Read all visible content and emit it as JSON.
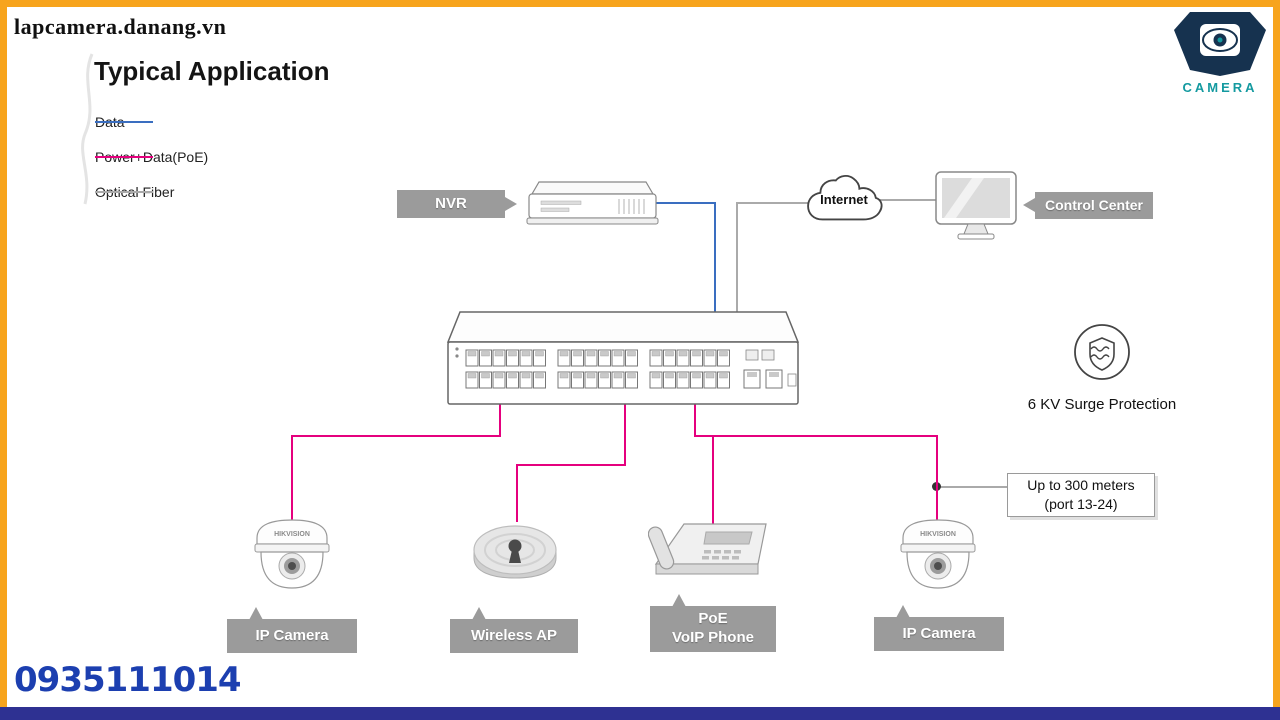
{
  "colors": {
    "accent_orange": "#f7a41d",
    "footer_blue": "#2e3192",
    "data_line": "#3a6ec0",
    "poe_line": "#e5007e",
    "fiber_line": "#aaaaaa",
    "callout_bg": "#9b9b9b",
    "phone_blue": "#1c3fb0",
    "logo_navy": "#16324f",
    "logo_teal": "#149aa0"
  },
  "header": {
    "website": "lapcamera.danang.vn",
    "title": "Typical Application"
  },
  "legend": {
    "items": [
      {
        "label": "Data",
        "color": "#3a6ec0"
      },
      {
        "label": "Power+Data(PoE)",
        "color": "#e5007e"
      },
      {
        "label": "Optical Fiber",
        "color": "#aaaaaa"
      }
    ]
  },
  "diagram": {
    "nvr_label": "NVR",
    "internet_label": "Internet",
    "control_center_label": "Control Center",
    "surge_note": "6 KV Surge Protection",
    "camera_brand": "HIKVISION",
    "distance_note": {
      "line1": "Up to 300 meters",
      "line2": "(port 13-24)"
    },
    "devices": [
      {
        "label_line1": "IP Camera"
      },
      {
        "label_line1": "Wireless AP"
      },
      {
        "label_line1": "PoE",
        "label_line2": "VoIP Phone"
      },
      {
        "label_line1": "IP Camera"
      }
    ]
  },
  "footer": {
    "phone": "0935111014"
  },
  "logo": {
    "text": "CAMERA"
  }
}
